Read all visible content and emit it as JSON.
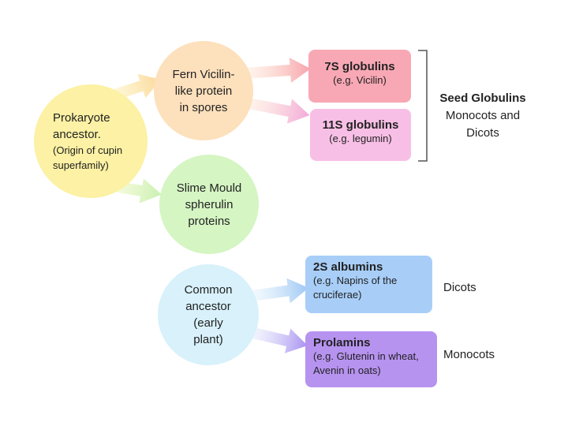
{
  "colors": {
    "prokaryote": "#fcf1a4",
    "fern": "#fde0bc",
    "slime": "#d5f5c3",
    "common": "#d8f1fb",
    "box7s": "#f8a8b5",
    "box11s": "#f8bfe6",
    "box2s": "#a8cef8",
    "prolamins": "#b793f0"
  },
  "nodes": {
    "prokaryote": [
      "Prokaryote",
      "ancestor.",
      "(Origin of cupin",
      "superfamily)"
    ],
    "fern": [
      "Fern Vicilin-",
      "like protein",
      "in spores"
    ],
    "slime": [
      "Slime Mould",
      "spherulin",
      "proteins"
    ],
    "common": [
      "Common",
      "ancestor",
      "(early",
      "plant)"
    ]
  },
  "boxes": {
    "g7s": {
      "title": "7S globulins",
      "sub": "(e.g. Vicilin)"
    },
    "g11s": {
      "title": "11S globulins",
      "sub": "(e.g. legumin)"
    },
    "alb2s": {
      "title": "2S albumins",
      "sub1": "(e.g. Napins of the",
      "sub2": "cruciferae)"
    },
    "prolamins": {
      "title": "Prolamins",
      "sub1": "(e.g. Glutenin in wheat,",
      "sub2": "Avenin in oats)"
    }
  },
  "labels": {
    "seed_title": "Seed Globulins",
    "seed_sub1": "Monocots and",
    "seed_sub2": "Dicots",
    "dicots": "Dicots",
    "monocots": "Monocots"
  }
}
